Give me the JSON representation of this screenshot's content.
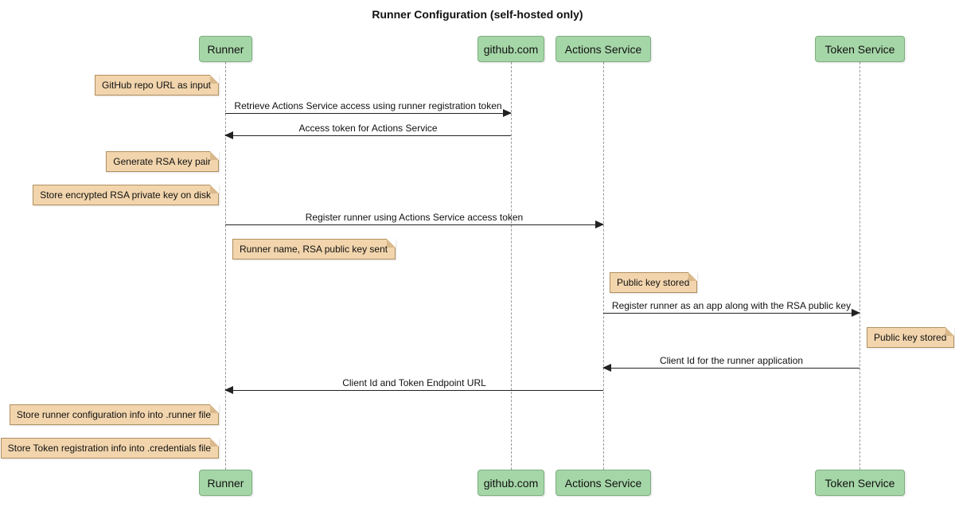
{
  "title": "Runner Configuration (self-hosted only)",
  "diagram_type": "sequence",
  "colors": {
    "participant_fill": "#A5D6A7",
    "participant_border": "#7FAE81",
    "note_fill": "#F2D5AD",
    "note_border": "#B0905E",
    "lifeline": "#999999",
    "arrow": "#222222",
    "background": "#FFFFFF"
  },
  "participants": [
    {
      "label": "Runner"
    },
    {
      "label": "github.com"
    },
    {
      "label": "Actions Service"
    },
    {
      "label": "Token Service"
    }
  ],
  "messages": [
    {
      "label": "Retrieve Actions Service access using runner registration token",
      "from": "Runner",
      "to": "github.com",
      "direction": "right"
    },
    {
      "label": "Access token for Actions Service",
      "from": "github.com",
      "to": "Runner",
      "direction": "left"
    },
    {
      "label": "Register runner using Actions Service access token",
      "from": "Runner",
      "to": "Actions Service",
      "direction": "right"
    },
    {
      "label": "Register runner as an app along with the RSA public key",
      "from": "Actions Service",
      "to": "Token Service",
      "direction": "right"
    },
    {
      "label": "Client Id for the runner application",
      "from": "Token Service",
      "to": "Actions Service",
      "direction": "left"
    },
    {
      "label": "Client Id and Token Endpoint URL",
      "from": "Actions Service",
      "to": "Runner",
      "direction": "left"
    }
  ],
  "notes": [
    {
      "label": "GitHub repo URL as input",
      "anchor": "left of Runner"
    },
    {
      "label": "Generate RSA key pair",
      "anchor": "left of Runner"
    },
    {
      "label": "Store encrypted RSA private key on disk",
      "anchor": "left of Runner"
    },
    {
      "label": "Runner name, RSA public key sent",
      "anchor": "right of Runner"
    },
    {
      "label": "Public key stored",
      "anchor": "right of Actions Service"
    },
    {
      "label": "Public key stored",
      "anchor": "right of Token Service"
    },
    {
      "label": "Store runner configuration info into .runner file",
      "anchor": "left of Runner"
    },
    {
      "label": "Store Token registration info into .credentials file",
      "anchor": "left of Runner"
    }
  ]
}
